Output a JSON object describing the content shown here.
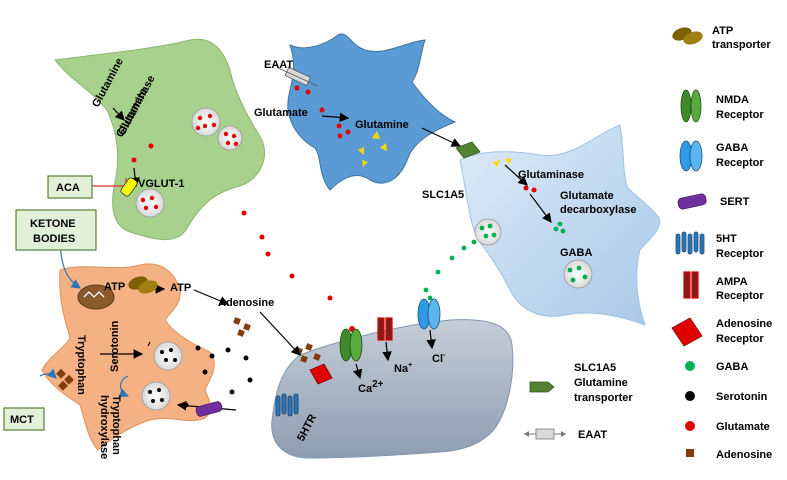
{
  "diagram": {
    "green_cell": {
      "glutamine": "Glutamine",
      "glutaminase": "Glutaminase",
      "glutamate": "Glutamate",
      "vglut": "VGLUT-1"
    },
    "blue_cell": {
      "eaat": "EAAT",
      "glutamate": "Glutamate",
      "glutamine": "Glutamine"
    },
    "light_cell": {
      "slc1a5": "SLC1A5",
      "glutaminase": "Glutaminase",
      "glutamate_decarboxylase_1": "Glutamate",
      "glutamate_decarboxylase_2": "decarboxylase",
      "gaba": "GABA"
    },
    "orange_cell": {
      "atp_in": "ATP",
      "atp_out": "ATP",
      "adenosine": "Adenosine",
      "serotonin": "Serotonin",
      "tryptophan": "Tryptophan",
      "tryptophan_hydroxylase_1": "Tryptophan",
      "tryptophan_hydroxylase_2": "hydroxylase"
    },
    "grey_cell": {
      "ca": "Ca",
      "ca_sup": "2+",
      "na": "Na",
      "na_sup": "+",
      "cl": "Cl",
      "cl_sup": "-",
      "htr": "5HTR"
    },
    "boxes": {
      "aca": "ACA",
      "ketone_1": "KETONE",
      "ketone_2": "BODIES",
      "mct": "MCT"
    }
  },
  "legend": {
    "atp_transporter_1": "ATP",
    "atp_transporter_2": "transporter",
    "nmda_1": "NMDA",
    "nmda_2": "Receptor",
    "gaba_receptor_1": "GABA",
    "gaba_receptor_2": "Receptor",
    "sert": "SERT",
    "htr_1": "5HT",
    "htr_2": "Receptor",
    "ampa_1": "AMPA",
    "ampa_2": "Receptor",
    "adenosine_receptor_1": "Adenosine",
    "adenosine_receptor_2": "Receptor",
    "gaba": "GABA",
    "serotonin": "Serotonin",
    "glutamate": "Glutamate",
    "adenosine": "Adenosine",
    "slc1a5_1": "SLC1A5",
    "slc1a5_2": "Glutamine",
    "slc1a5_3": "transporter",
    "eaat": "EAAT"
  },
  "colors": {
    "green_cell": "#a9d18e",
    "blue_cell": "#5b9bd5",
    "light_cell": "#bdd7ee",
    "orange_cell": "#f4b183",
    "grey_cell": "#adb9ca",
    "glutamate_dot": "#e00000",
    "gaba_dot": "#00b050",
    "serotonin_dot": "#000000",
    "adenosine_square": "#843c0c",
    "box_fill": "#e2f0d9",
    "box_border": "#548235"
  }
}
